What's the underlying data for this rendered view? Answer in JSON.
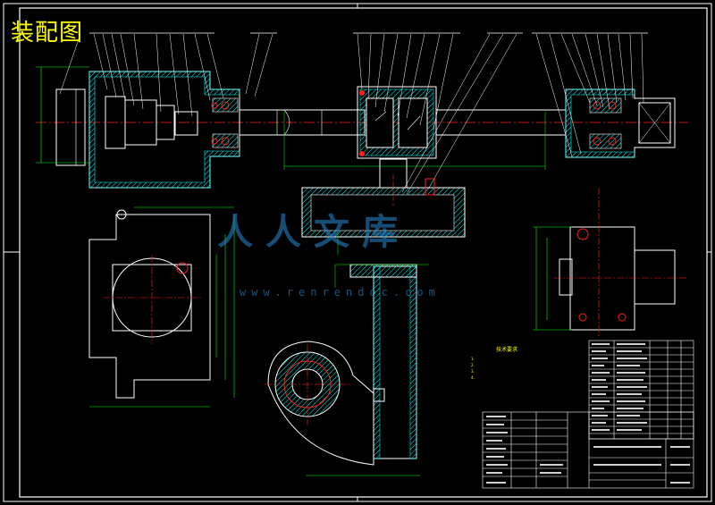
{
  "title": "装配图",
  "watermark": {
    "text": "人人文库",
    "url": "www.renrendoc.com"
  },
  "tech_requirements": {
    "title": "技术要求",
    "notes": [
      "1.",
      "2.",
      "3.",
      "4."
    ]
  },
  "colors": {
    "background": "#000000",
    "frame": "#ffffff",
    "outline": "#ffffff",
    "hatch": "#00ffff",
    "dimension": "#00ff00",
    "centerline": "#ff2020",
    "leader": "#ffffff",
    "title_text": "#ffff00",
    "watermark": "#2a8cd6"
  }
}
